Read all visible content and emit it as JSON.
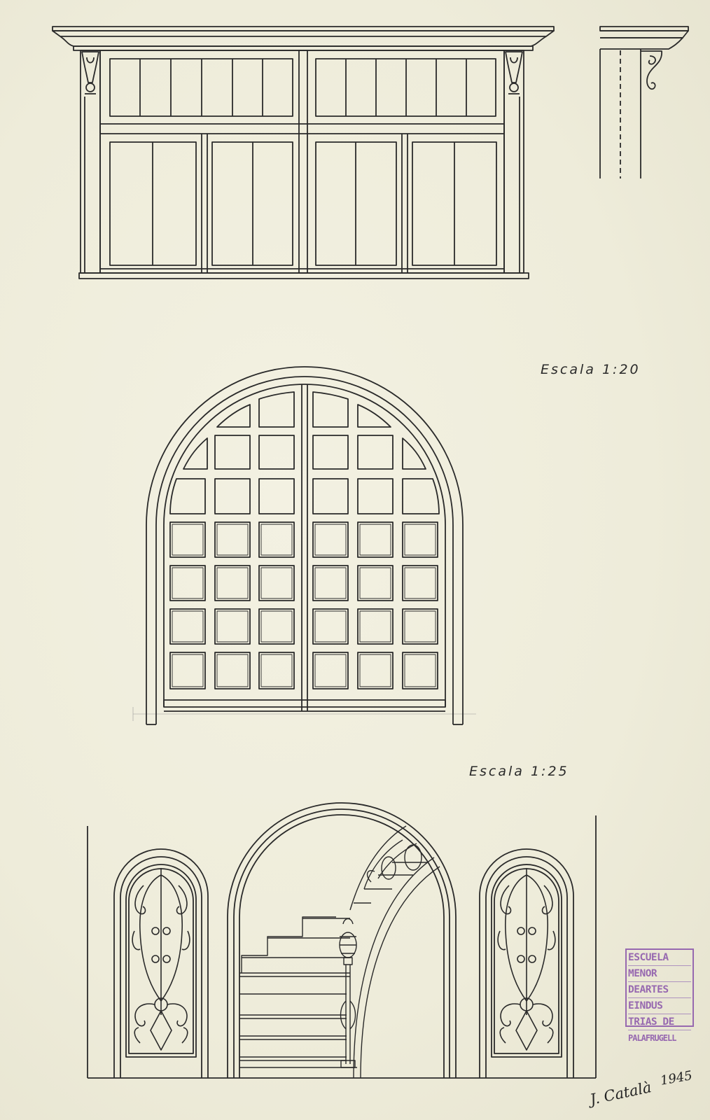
{
  "labels": {
    "scale_upper": "Escala 1:20",
    "scale_lower": "Escala 1:25"
  },
  "stamp": {
    "lines": [
      "ESCUELA",
      "MENOR",
      "DEARTES",
      "EINDUS",
      "TRIAS DE",
      "PALAFRUGELL"
    ],
    "color": "#8f5cad"
  },
  "signature": {
    "name": "J. Català",
    "year": "1945"
  },
  "ink_color": "#2a2a2a"
}
